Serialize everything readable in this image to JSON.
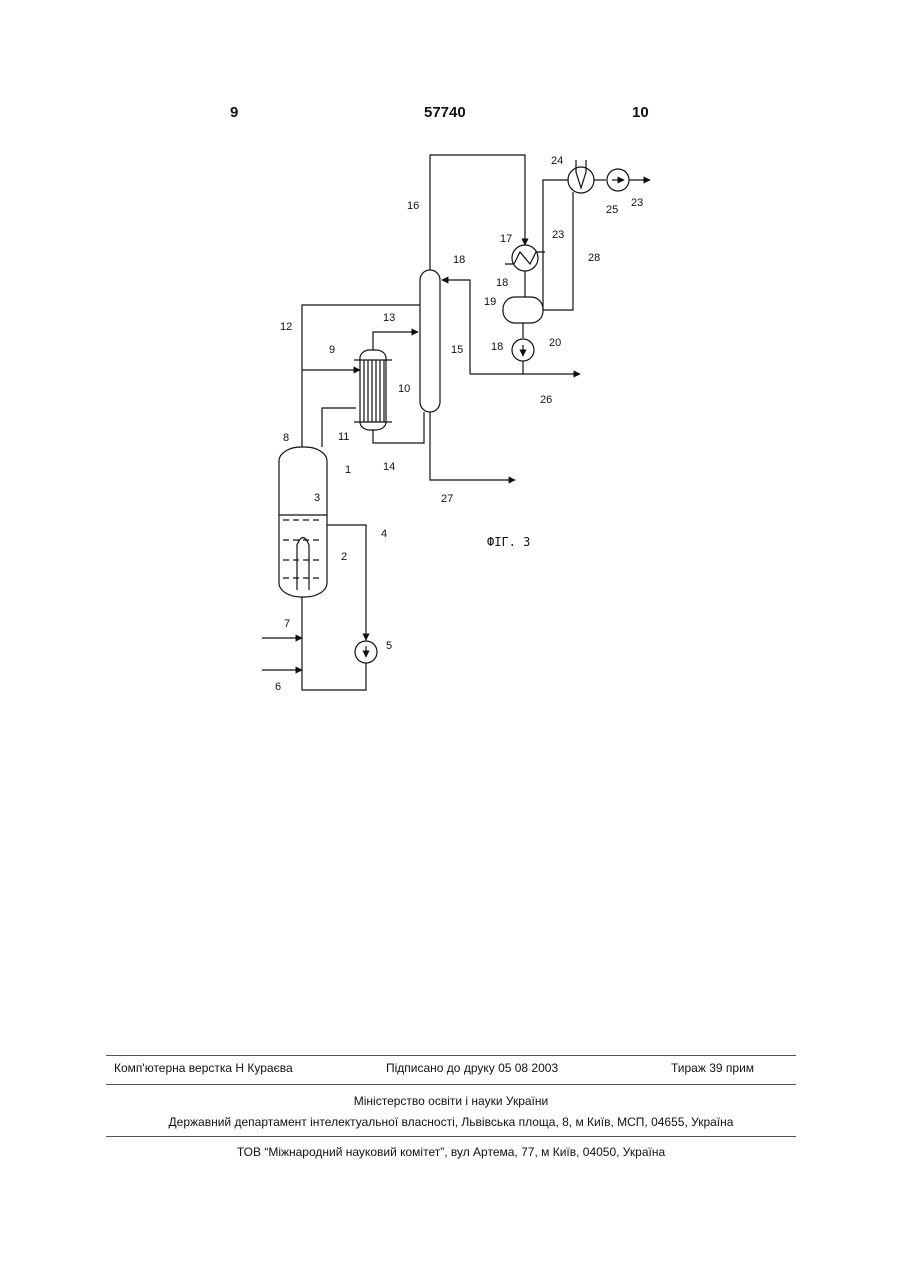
{
  "header": {
    "left_page": "9",
    "patent_number": "57740",
    "right_page": "10"
  },
  "figure": {
    "caption": "ФІГ. 3",
    "labels": [
      "1",
      "2",
      "3",
      "4",
      "5",
      "6",
      "7",
      "8",
      "9",
      "10",
      "11",
      "12",
      "13",
      "14",
      "15",
      "16",
      "17",
      "18",
      "19",
      "20",
      "23",
      "24",
      "25",
      "26",
      "27",
      "28"
    ]
  },
  "footer": {
    "typesetting": "Комп'ютерна верстка Н  Кураєва",
    "signed": "Підписано до друку 05 08 2003",
    "circulation": "Тираж 39 прим",
    "ministry": "Міністерство освіти і науки України",
    "department": "Державний департамент інтелектуальної власності, Львівська площа, 8, м  Київ, МСП, 04655, Україна",
    "publisher": "ТОВ “Міжнародний науковий комітет”, вул  Артема, 77, м  Київ, 04050, Україна"
  }
}
